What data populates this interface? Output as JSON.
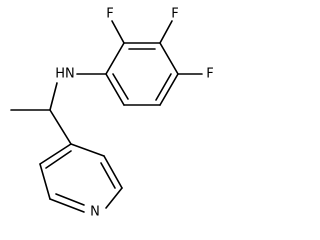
{
  "molecule": {
    "atom_labels": {
      "f_ortho": "F",
      "f_meta": "F",
      "f_para": "F",
      "amine": "HN",
      "pyridine_n": "N"
    }
  }
}
